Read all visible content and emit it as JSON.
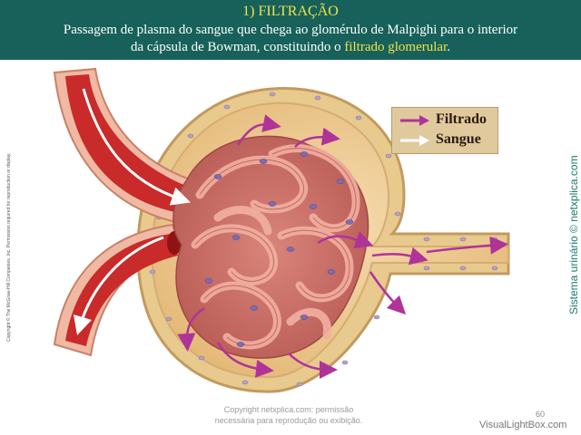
{
  "header": {
    "title": "1)   FILTRAÇÃO",
    "line1": "Passagem de plasma do sangue que chega ao glomérulo de Malpighi para o interior",
    "line2_prefix": "da cápsula de Bowman, constituindo o ",
    "line2_highlight": "filtrado glomerular",
    "line2_suffix": "."
  },
  "legend": {
    "items": [
      {
        "label": "Filtrado",
        "color": "#b0339a"
      },
      {
        "label": "Sangue",
        "color": "#ffffff"
      }
    ]
  },
  "side_credit": "Sistema urinário © netxplica.com",
  "left_credit": "Copyright © The McGraw-Hill Companies, Inc. Permission required for reproduction or display.",
  "footer_note": {
    "line1": "Copyright netxplica.com: permissão",
    "line2": "necessária para reprodução ou exibição."
  },
  "page_number": "60",
  "watermark": "VisualLightBox.com",
  "colors": {
    "header_bg": "#17615a",
    "highlight": "#f2e24a",
    "filtrate_arrow": "#b0339a",
    "blood_arrow": "#ffffff",
    "capsule": "#e8c98e",
    "vessel": "#c92a2a"
  }
}
